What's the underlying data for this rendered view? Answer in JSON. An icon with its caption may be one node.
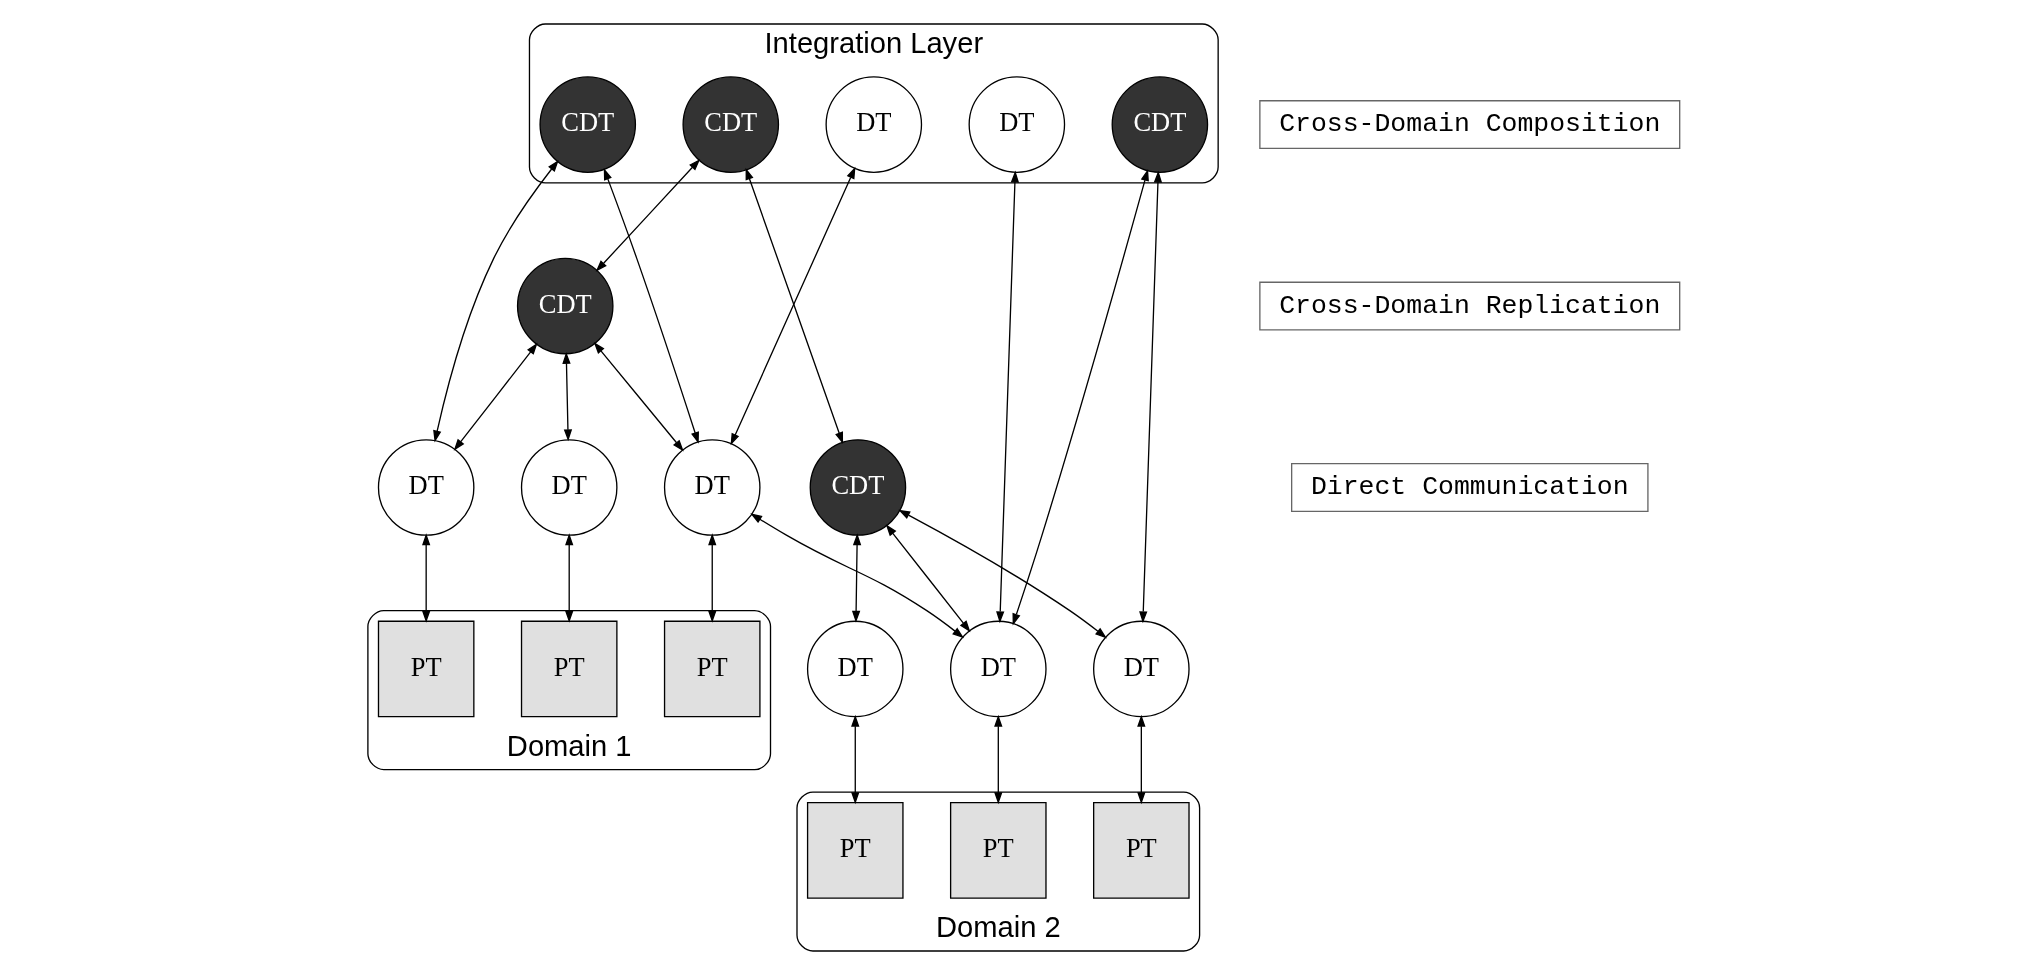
{
  "diagram": {
    "nodes": [
      {
        "text": [
          "Integration Layer"
        ]
      },
      {
        "text": [
          "CDT"
        ],
        "in": 0
      },
      {
        "text": [
          "DT"
        ],
        "in": 0
      },
      {
        "text": [
          "CDT"
        ],
        "in": 0
      },
      {
        "text": [
          "DT"
        ],
        "in": 0
      },
      {
        "text": [
          "CDT"
        ],
        "in": 0
      },
      {
        "text": [
          "CDT"
        ]
      },
      {
        "text": [
          "CDT"
        ]
      },
      {
        "text": [
          "DT"
        ]
      },
      {
        "text": [
          "DT"
        ]
      },
      {
        "text": [
          "DT"
        ]
      },
      {
        "text": [
          "DT"
        ]
      },
      {
        "text": [
          "DT"
        ]
      },
      {
        "text": [
          "DT"
        ]
      },
      {
        "text": [
          "Domain 1"
        ]
      },
      {
        "text": [
          "PT"
        ],
        "in": 14
      },
      {
        "text": [
          "PT"
        ],
        "in": 14
      },
      {
        "text": [
          "PT"
        ],
        "in": 14
      },
      {
        "text": [
          "Domain 2"
        ]
      },
      {
        "text": [
          "PT"
        ],
        "in": 18
      },
      {
        "text": [
          "PT"
        ],
        "in": 18
      },
      {
        "text": [
          "PT"
        ],
        "in": 18
      },
      {
        "text": [
          "Cross-Domain Composition"
        ]
      },
      {
        "text": [
          "Cross-Domain Replication"
        ]
      },
      {
        "text": [
          "Direct Communication"
        ]
      }
    ],
    "edges": [
      {
        "from": 1,
        "to": 9,
        "arrow": "both"
      },
      {
        "from": 1,
        "to": 10,
        "arrow": "both"
      },
      {
        "from": 2,
        "to": 10,
        "arrow": "both"
      },
      {
        "from": 3,
        "to": 6,
        "arrow": "both"
      },
      {
        "from": 3,
        "to": 7,
        "arrow": "both"
      },
      {
        "from": 4,
        "to": 11,
        "arrow": "both"
      },
      {
        "from": 5,
        "to": 11,
        "arrow": "both"
      },
      {
        "from": 5,
        "to": 12,
        "arrow": "both"
      },
      {
        "from": 6,
        "to": 8,
        "arrow": "both"
      },
      {
        "from": 6,
        "to": 9,
        "arrow": "both"
      },
      {
        "from": 6,
        "to": 10,
        "arrow": "both"
      },
      {
        "from": 7,
        "to": 11,
        "arrow": "both"
      },
      {
        "from": 7,
        "to": 12,
        "arrow": "both"
      },
      {
        "from": 7,
        "to": 13,
        "arrow": "both"
      },
      {
        "from": 10,
        "to": 11,
        "arrow": "both"
      },
      {
        "from": 8,
        "to": 15,
        "arrow": "both"
      },
      {
        "from": 9,
        "to": 16,
        "arrow": "both"
      },
      {
        "from": 10,
        "to": 17,
        "arrow": "both"
      },
      {
        "from": 11,
        "to": 19,
        "arrow": "both"
      },
      {
        "from": 12,
        "to": 20,
        "arrow": "both"
      },
      {
        "from": 13,
        "to": 21,
        "arrow": "both"
      }
    ]
  }
}
